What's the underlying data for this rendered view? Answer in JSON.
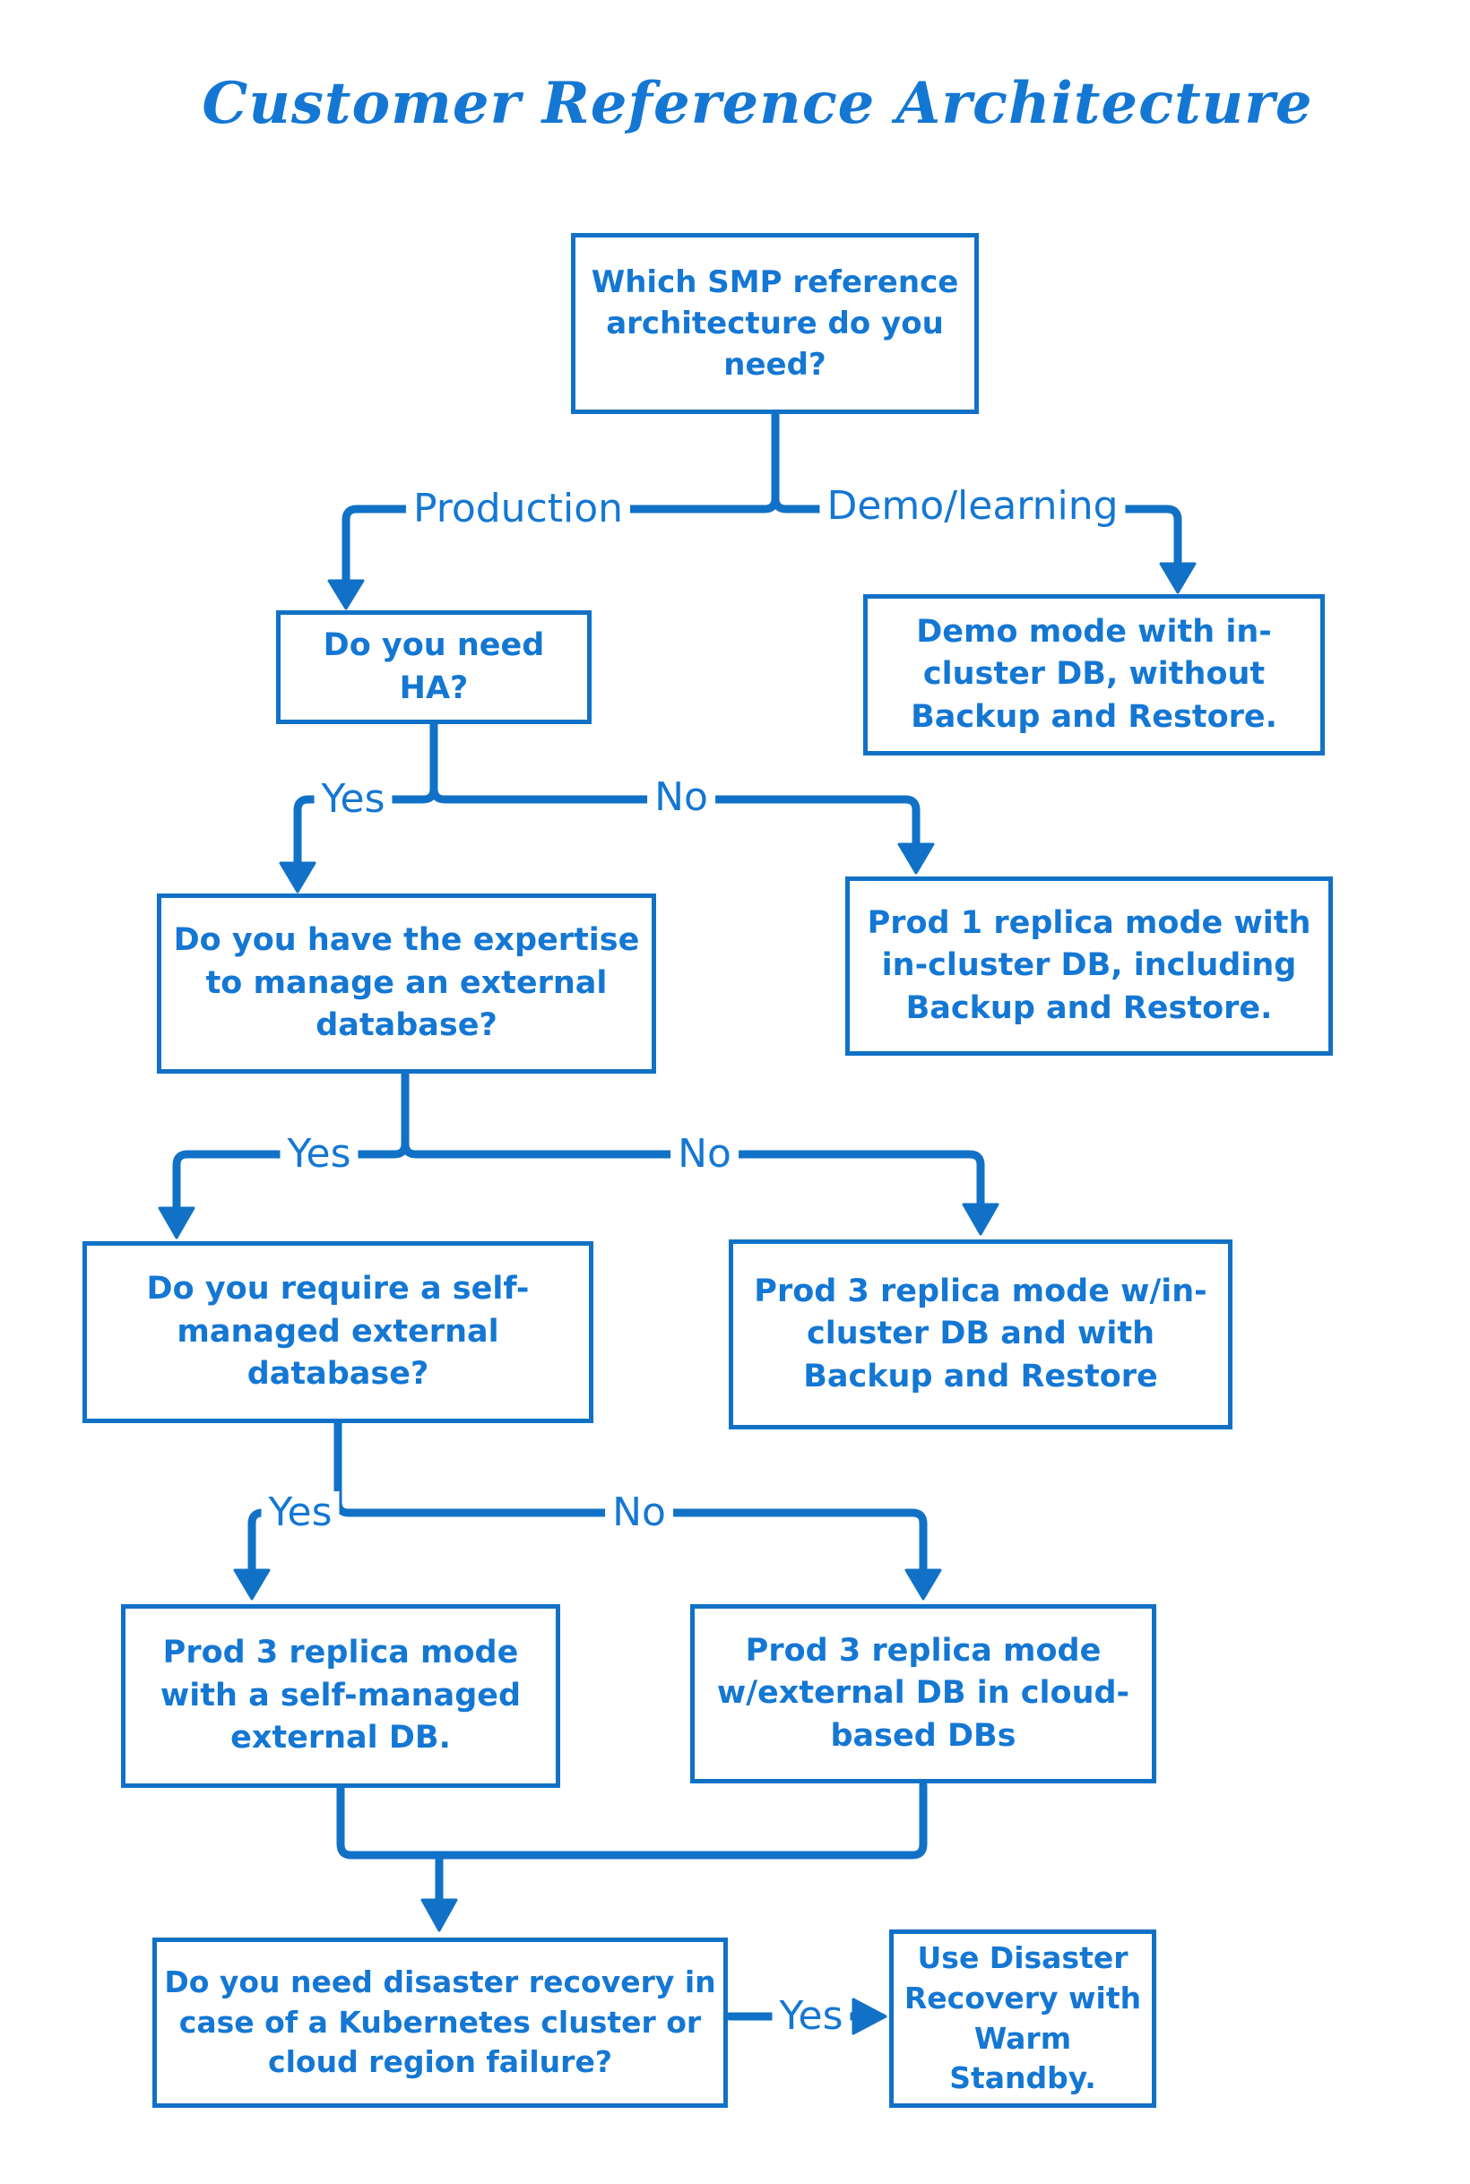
{
  "title": "Customer Reference Architecture",
  "colors": {
    "line_blue": "#1171c7",
    "text_blue": "#1477d3",
    "background": "#ffffff"
  },
  "flowchart": {
    "nodes": {
      "q_architecture": {
        "text": "Which SMP reference architecture do you need?"
      },
      "q_ha": {
        "text": "Do you need HA?"
      },
      "demo_mode": {
        "text": "Demo mode with in-cluster DB, without Backup and Restore."
      },
      "q_expertise": {
        "text": "Do you have the expertise to manage an external database?"
      },
      "prod1_incluster": {
        "text": "Prod 1 replica mode with in-cluster DB, including Backup and Restore."
      },
      "q_self_managed": {
        "text": "Do you require a self-managed external database?"
      },
      "prod3_incluster": {
        "text": "Prod 3 replica mode w/in-cluster DB and with Backup and Restore"
      },
      "prod3_self_managed": {
        "text": "Prod 3 replica mode with a self-managed external DB."
      },
      "prod3_cloud": {
        "text": "Prod 3 replica mode w/external DB in cloud-based DBs"
      },
      "q_disaster_recovery": {
        "text": "Do you need disaster recovery in case of a Kubernetes cluster or cloud region failure?"
      },
      "dr_warm_standby": {
        "text": "Use Disaster Recovery with Warm Standby."
      }
    },
    "edge_labels": {
      "production": "Production",
      "demo_learning": "Demo/learning",
      "ha_yes": "Yes",
      "ha_no": "No",
      "expertise_yes": "Yes",
      "expertise_no": "No",
      "self_managed_yes": "Yes",
      "self_managed_no": "No",
      "dr_yes": "Yes"
    }
  }
}
